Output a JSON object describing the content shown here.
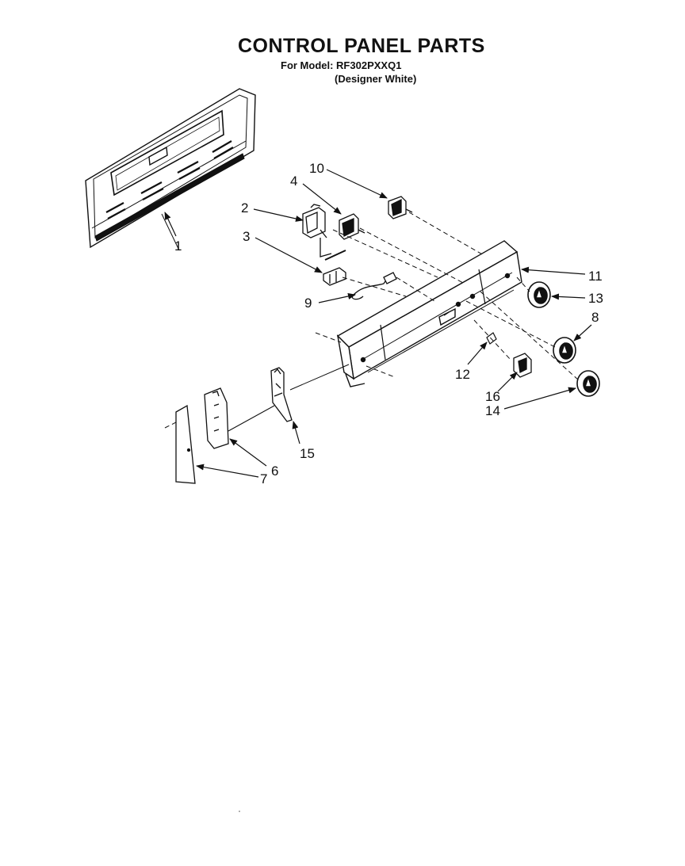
{
  "title": "CONTROL PANEL PARTS",
  "model_line": "For Model: RF302PXXQ1",
  "model_variant": "(Designer White)",
  "callouts": {
    "c1": "1",
    "c2": "2",
    "c3": "3",
    "c4": "4",
    "c6": "6",
    "c7": "7",
    "c8": "8",
    "c9": "9",
    "c10": "10",
    "c11": "11",
    "c12": "12",
    "c13": "13",
    "c14": "14",
    "c15": "15",
    "c16": "16"
  }
}
